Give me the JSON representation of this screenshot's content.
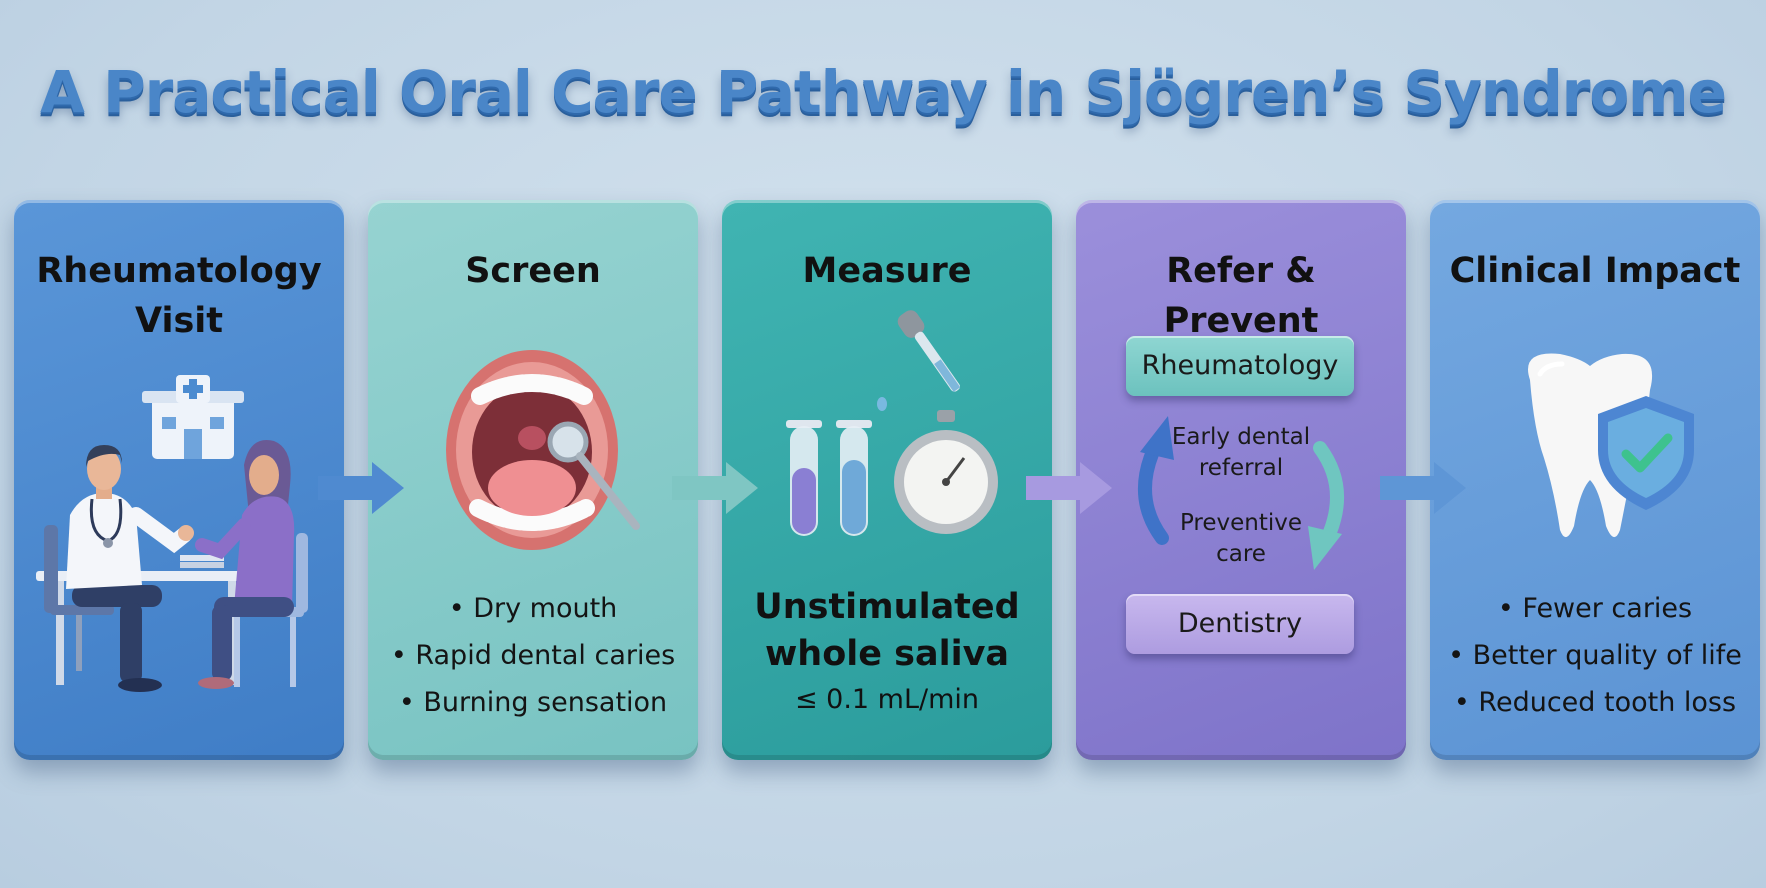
{
  "title": "A Practical Oral Care Pathway in Sjögren’s Syndrome",
  "steps": [
    {
      "title_lines": [
        "Rheumatology",
        "Visit"
      ],
      "icon": "doctor-patient-consultation-icon"
    },
    {
      "title": "Screen",
      "icon": "open-mouth-dental-mirror-icon",
      "bullets": [
        "Dry mouth",
        "Rapid dental caries",
        "Burning sensation"
      ]
    },
    {
      "title": "Measure",
      "icon": "test-tubes-stopwatch-icon",
      "main_lines": [
        "Unstimulated",
        "whole saliva"
      ],
      "sub": "≤ 0.1 mL/min"
    },
    {
      "title": "Refer & Prevent",
      "top_pill": "Rheumatology",
      "cycle_texts": [
        [
          "Early dental",
          "referral"
        ],
        [
          "Preventive",
          "care"
        ]
      ],
      "bottom_pill": "Dentistry",
      "icon": "cycle-arrows-icon"
    },
    {
      "title": "Clinical Impact",
      "icon": "tooth-shield-check-icon",
      "bullets": [
        "Fewer caries",
        "Better quality of life",
        "Reduced tooth loss"
      ]
    }
  ],
  "colors": {
    "rheumatology_card": "#4a88cf",
    "screen_card": "#86cbc9",
    "measure_card": "#35a8a7",
    "refer_card": "#8b80d1",
    "impact_card": "#68a0da",
    "title": "#4a86c8"
  }
}
